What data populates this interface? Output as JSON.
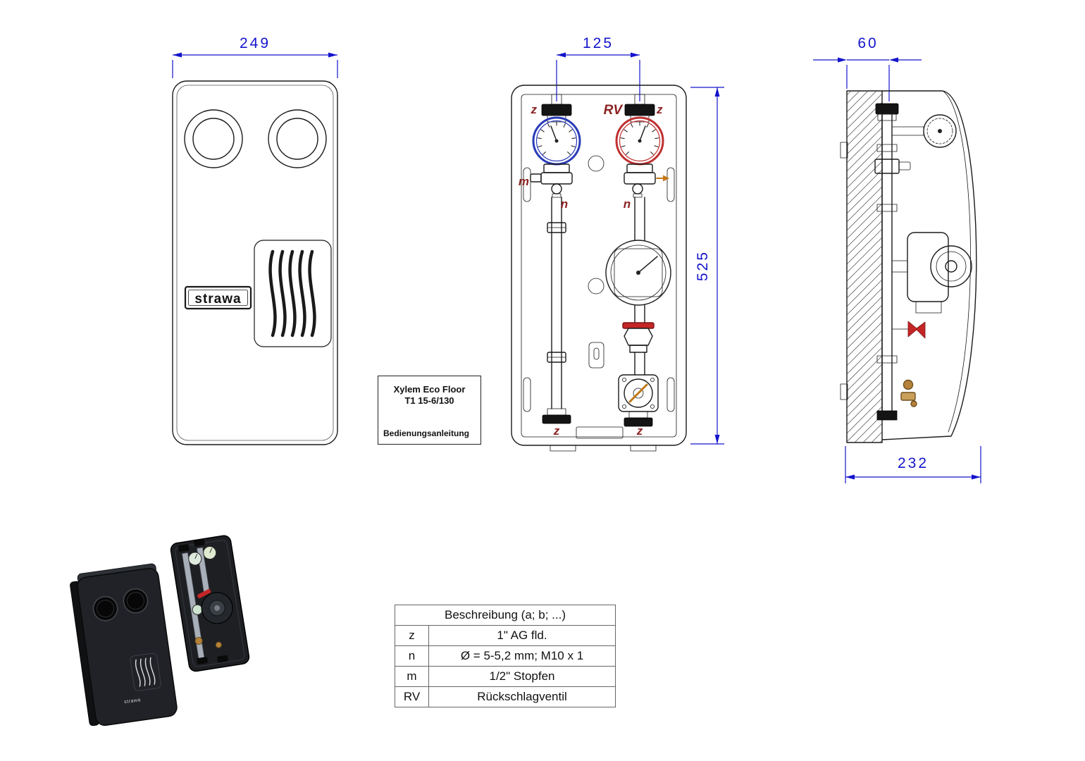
{
  "colors": {
    "dimension_blue": "#1414cc",
    "label_dark_red": "#8b2222",
    "handle_red": "#c42626",
    "thermometer_blue_ring": "#2a3bb8",
    "thermometer_red_ring": "#c03030",
    "check_valve_orange": "#c77818",
    "outline_black": "#1a1a1a"
  },
  "front_view": {
    "dim_width": "249",
    "logo_text": "strawa"
  },
  "open_view": {
    "dim_width": "125",
    "dim_height": "525",
    "labels": {
      "z_top_left": "z",
      "rv": "RV",
      "z_top_right": "z",
      "m": "m",
      "n_left": "n",
      "n_right": "n",
      "z_bottom_left": "z",
      "z_bottom_right": "z"
    }
  },
  "side_view": {
    "dim_depth": "60",
    "dim_width": "232"
  },
  "product_label": {
    "line1": "Xylem Eco Floor",
    "line2": "T1 15-6/130",
    "line3": "Bedienungsanleitung"
  },
  "legend_table": {
    "header": "Beschreibung (a; b; ...)",
    "rows": [
      {
        "key": "z",
        "value": "1\" AG fld."
      },
      {
        "key": "n",
        "value": "Ø = 5-5,2 mm; M10 x 1"
      },
      {
        "key": "m",
        "value": "1/2\" Stopfen"
      },
      {
        "key": "RV",
        "value": "Rückschlagventil"
      }
    ]
  }
}
